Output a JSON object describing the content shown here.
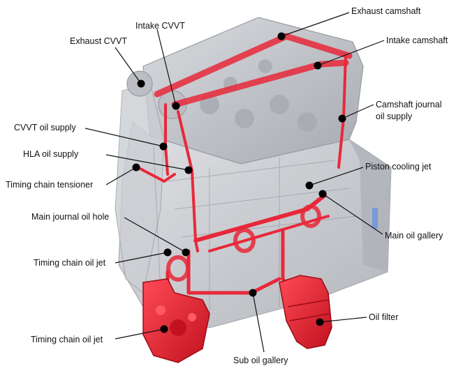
{
  "figure": {
    "labels": {
      "exhaust_camshaft": "Exhaust camshaft",
      "intake_cvvt": "Intake CVVT",
      "exhaust_cvvt": "Exhaust CVVT",
      "intake_camshaft": "Intake camshaft",
      "camshaft_journal_oil_supply_1": "Camshaft journal",
      "camshaft_journal_oil_supply_2": "oil supply",
      "cvvt_oil_supply": "CVVT oil supply",
      "hla_oil_supply": "HLA oil supply",
      "timing_chain_tensioner": "Timing chain tensioner",
      "piston_cooling_jet": "Piston cooling jet",
      "main_journal_oil_hole": "Main journal oil hole",
      "main_oil_gallery": "Main oil gallery",
      "timing_chain_oil_jet_upper": "Timing chain oil jet",
      "timing_chain_oil_jet_lower": "Timing chain oil jet",
      "oil_filter": "Oil filter",
      "sub_oil_gallery": "Sub oil gallery"
    },
    "colors": {
      "oil_passage": "#e8283a",
      "oil_passage_dark": "#b0101e",
      "engine_block": "#b9bcc2",
      "engine_shade": "#8d9199",
      "leader_line": "#111111",
      "marker_dot": "#000000"
    },
    "icons": {
      "marker": "callout-dot"
    }
  }
}
